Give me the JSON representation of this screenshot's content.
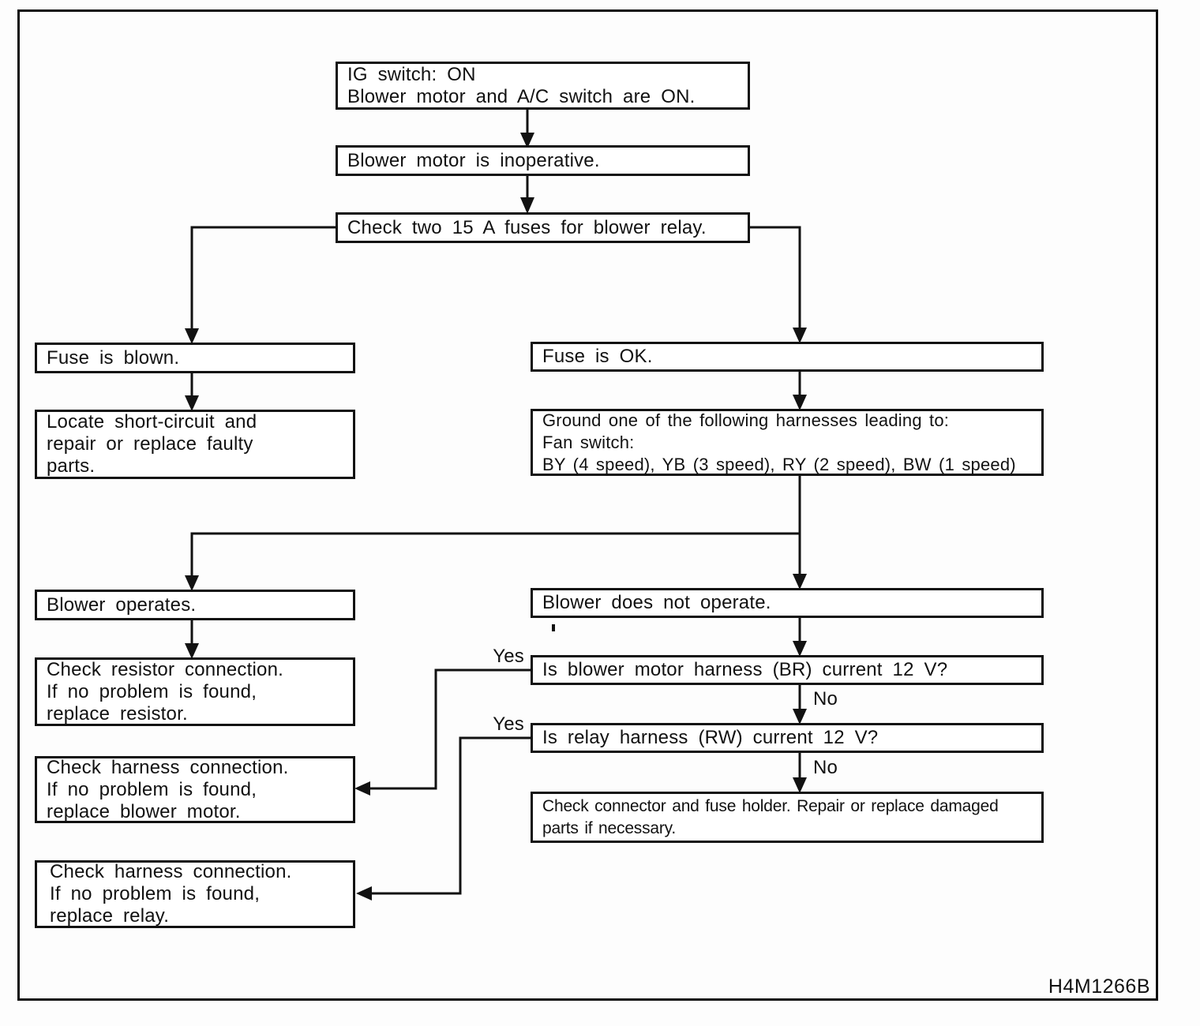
{
  "figure_code": "H4M1266B",
  "colors": {
    "ink": "#111111",
    "background": "#ffffff"
  },
  "flowchart": {
    "nodes": {
      "start": {
        "lines": [
          "IG switch: ON",
          "Blower motor and A/C switch are ON."
        ]
      },
      "inoperative": {
        "lines": [
          "Blower motor is inoperative."
        ]
      },
      "check_fuses": {
        "lines": [
          "Check two 15 A fuses for blower relay."
        ]
      },
      "fuse_blown": {
        "lines": [
          "Fuse is blown."
        ]
      },
      "locate_short": {
        "lines": [
          "Locate short-circuit and",
          "repair or replace faulty",
          "parts."
        ]
      },
      "fuse_ok": {
        "lines": [
          "Fuse is OK."
        ]
      },
      "ground_harness": {
        "lines": [
          "Ground one of the following harnesses leading to:",
          "Fan switch:",
          "BY (4 speed), YB (3 speed), RY (2 speed), BW (1 speed)"
        ]
      },
      "blower_operates": {
        "lines": [
          "Blower operates."
        ]
      },
      "check_resistor": {
        "lines": [
          "Check resistor connection.",
          "If no problem is found,",
          "replace resistor."
        ]
      },
      "check_harness_blower": {
        "lines": [
          "Check harness connection.",
          "If no problem is found,",
          "replace blower motor."
        ]
      },
      "check_harness_relay": {
        "lines": [
          "Check harness connection.",
          "If no problem is found,",
          "replace relay."
        ]
      },
      "blower_not_operate": {
        "lines": [
          "Blower does not operate."
        ]
      },
      "q_blower_harness": {
        "lines": [
          "Is blower motor harness (BR) current 12 V?"
        ]
      },
      "q_relay_harness": {
        "lines": [
          "Is relay harness (RW) current 12 V?"
        ]
      },
      "check_connector": {
        "lines": [
          "Check connector and fuse holder. Repair or replace damaged",
          "parts if necessary."
        ]
      }
    },
    "labels": {
      "yes1": "Yes",
      "yes2": "Yes",
      "no1": "No",
      "no2": "No"
    }
  }
}
